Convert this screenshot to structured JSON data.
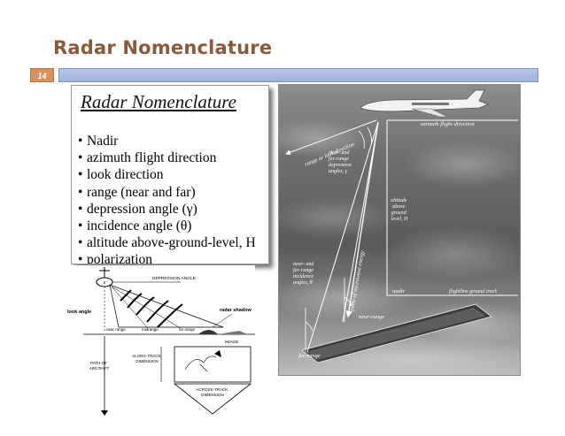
{
  "slide": {
    "title": "Radar Nomenclature",
    "page_number": "14"
  },
  "panel": {
    "title": "Radar Nomenclature",
    "bullets": [
      "Nadir",
      "azimuth flight direction",
      "look direction",
      "range (near and far)",
      "depression angle (γ)",
      "incidence angle (θ)",
      "altitude above-ground-level, H",
      "polarization"
    ]
  },
  "plane_diagram": {
    "azimuth": "azimuth flight direction",
    "range_look": "range or look direction",
    "near_far_depression": [
      "near- and",
      "far-range",
      "depression",
      "angles, γ"
    ],
    "altitude": [
      "altitude",
      "above",
      "ground",
      "level, H"
    ],
    "pulse": "pulse of microwave energy",
    "near_far_incidence": [
      "near- and",
      "far-range",
      "incidence",
      "angles, θ"
    ],
    "nadir": "nadir",
    "ground_track": "flightline ground track",
    "near_range": "near-range",
    "far_range": "far-range",
    "gamma": "γ",
    "theta": "θ"
  },
  "look_diagram": {
    "depression_angle": "DEPRESSION ANGLE",
    "look_angle": "look angle",
    "radar_shadow": "radar shadow",
    "near_range": "near range",
    "midrange": "midrange",
    "far_range": "far range",
    "image": "IMAGE",
    "path_of_aircraft": [
      "PATH OF",
      "AIRCRAFT"
    ],
    "along_track": [
      "ALONG-TRACK",
      "DIMENSION"
    ],
    "across_track": [
      "ACROSS-TRACK",
      "DIMENSION"
    ]
  }
}
